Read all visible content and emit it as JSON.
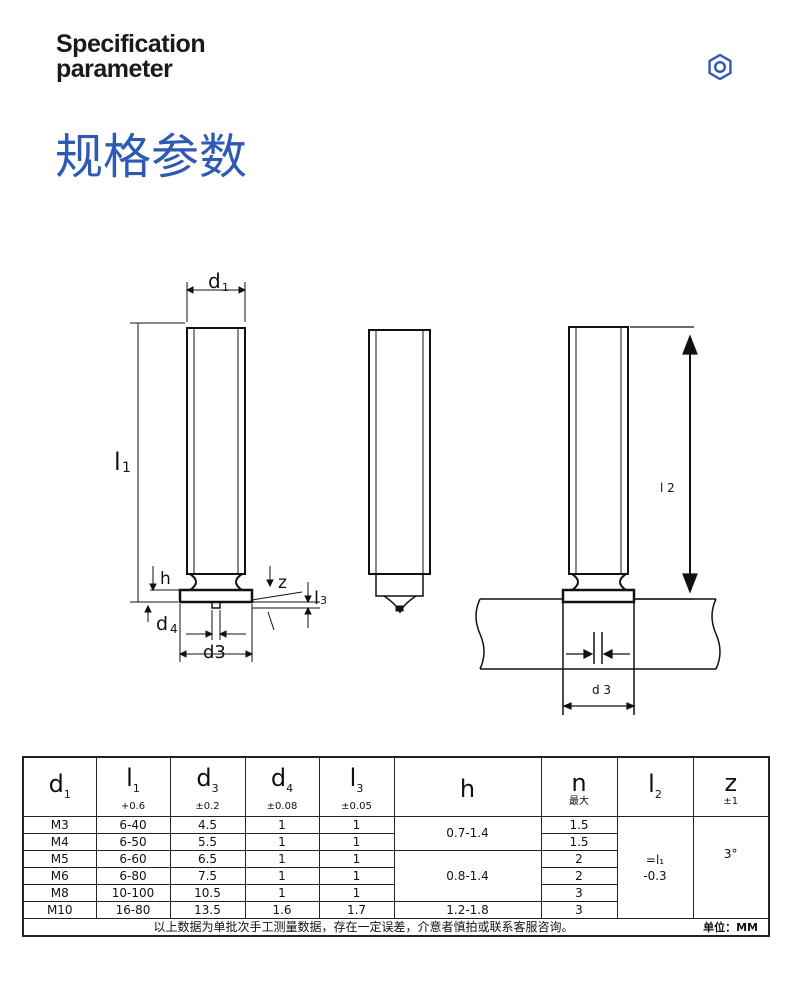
{
  "header": {
    "en_title_line1": "Specification",
    "en_title_line2": "parameter",
    "cn_title": "规格参数",
    "icon": "hex-nut-icon",
    "accent_color": "#2e5ab4"
  },
  "drawing": {
    "labels": {
      "d1": "d",
      "d1_sub": "1",
      "l1": "l",
      "l1_sub": "1",
      "h": "h",
      "z": "z",
      "l3": "l",
      "l3_sub": "3",
      "d4": "d",
      "d4_sub": "4",
      "d3": "d3",
      "l2": "l 2",
      "d3_right": "d 3"
    }
  },
  "table": {
    "headers": [
      {
        "sym": "d",
        "sub": "1",
        "tol": ""
      },
      {
        "sym": "l",
        "sub": "1",
        "tol": "+0.6"
      },
      {
        "sym": "d",
        "sub": "3",
        "tol": "±0.2"
      },
      {
        "sym": "d",
        "sub": "4",
        "tol": "±0.08"
      },
      {
        "sym": "l",
        "sub": "3",
        "tol": "±0.05"
      },
      {
        "sym": "h",
        "sub": "",
        "tol": ""
      },
      {
        "sym": "n",
        "sub": "",
        "tol": "最大"
      },
      {
        "sym": "l",
        "sub": "2",
        "tol": ""
      },
      {
        "sym": "z",
        "sub": "",
        "tol": "±1"
      }
    ],
    "rows": [
      {
        "d1": "M3",
        "l1": "6-40",
        "d3": "4.5",
        "d4": "1",
        "l3": "1",
        "n": "1.5"
      },
      {
        "d1": "M4",
        "l1": "6-50",
        "d3": "5.5",
        "d4": "1",
        "l3": "1",
        "n": "1.5"
      },
      {
        "d1": "M5",
        "l1": "6-60",
        "d3": "6.5",
        "d4": "1",
        "l3": "1",
        "n": "2"
      },
      {
        "d1": "M6",
        "l1": "6-80",
        "d3": "7.5",
        "d4": "1",
        "l3": "1",
        "n": "2"
      },
      {
        "d1": "M8",
        "l1": "10-100",
        "d3": "10.5",
        "d4": "1",
        "l3": "1",
        "n": "3"
      },
      {
        "d1": "M10",
        "l1": "16-80",
        "d3": "13.5",
        "d4": "1.6",
        "l3": "1.7",
        "n": "3"
      }
    ],
    "h_groups": [
      "0.7-1.4",
      "0.8-1.4",
      "1.2-1.8"
    ],
    "l2_value_line1": "=l₁",
    "l2_value_line2": "-0.3",
    "z_value": "3°",
    "note": "以上数据为单批次手工测量数据，存在一定误差，介意者慎拍或联系客服咨询。",
    "unit": "单位：MM"
  }
}
